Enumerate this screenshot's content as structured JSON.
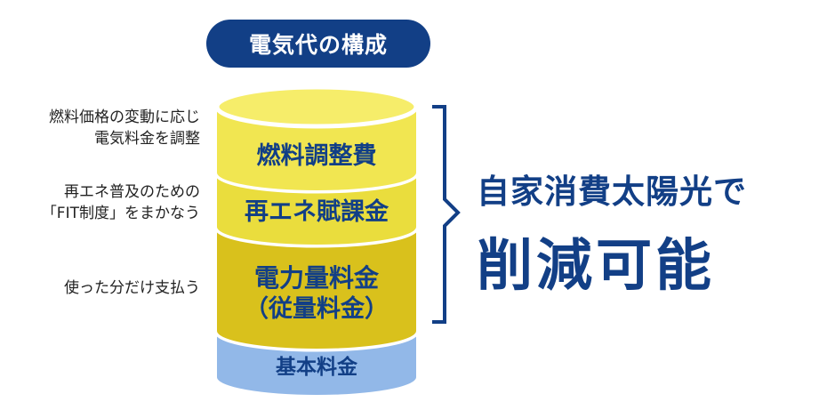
{
  "title": "電気代の構成",
  "notes": {
    "fuel": [
      "燃料価格の変動に応じ",
      "電気料金を調整"
    ],
    "renewable": [
      "再エネ普及のための",
      "「FIT制度」をまかなう"
    ],
    "usage": [
      "使った分だけ支払う"
    ]
  },
  "layers": {
    "fuel": "燃料調整費",
    "renewable": "再エネ賦課金",
    "usage_line1": "電力量料金",
    "usage_line2": "（従量料金）",
    "base": "基本料金"
  },
  "headline": {
    "line1": "自家消費太陽光で",
    "line2": "削減可能"
  },
  "colors": {
    "navy": "#123f86",
    "yellow_top": "#f6ed6a",
    "yellow_mid": "#eadd3d",
    "yellow_deep": "#d9c11c",
    "blue_base": "#92b8e8"
  }
}
